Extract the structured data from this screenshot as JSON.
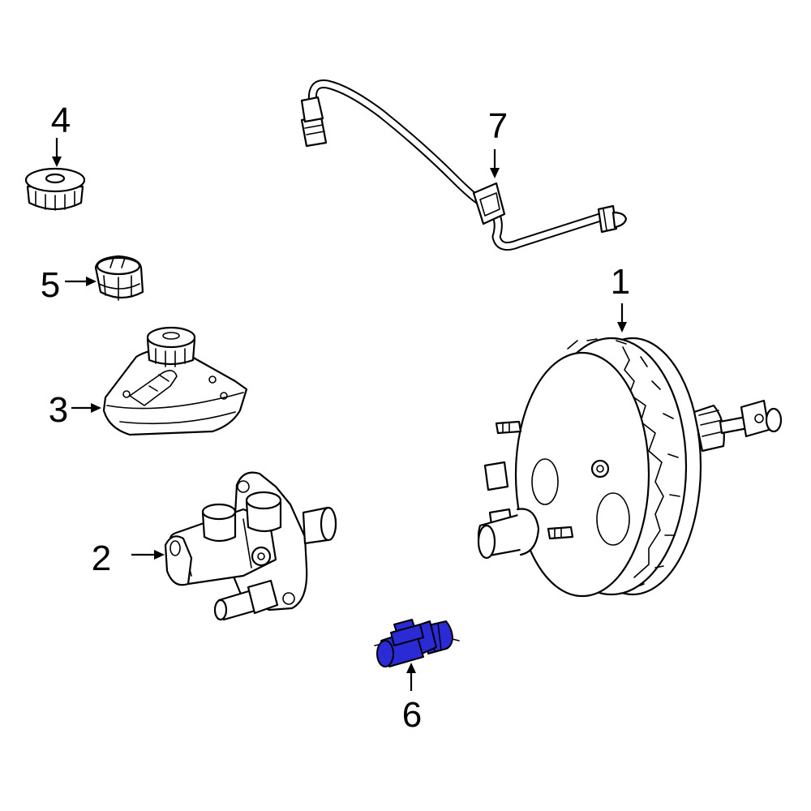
{
  "callouts": {
    "c1": "1",
    "c2": "2",
    "c3": "3",
    "c4": "4",
    "c5": "5",
    "c6": "6",
    "c7": "7"
  },
  "highlight_color": "#2b2bd6",
  "highlighted_part": "6"
}
